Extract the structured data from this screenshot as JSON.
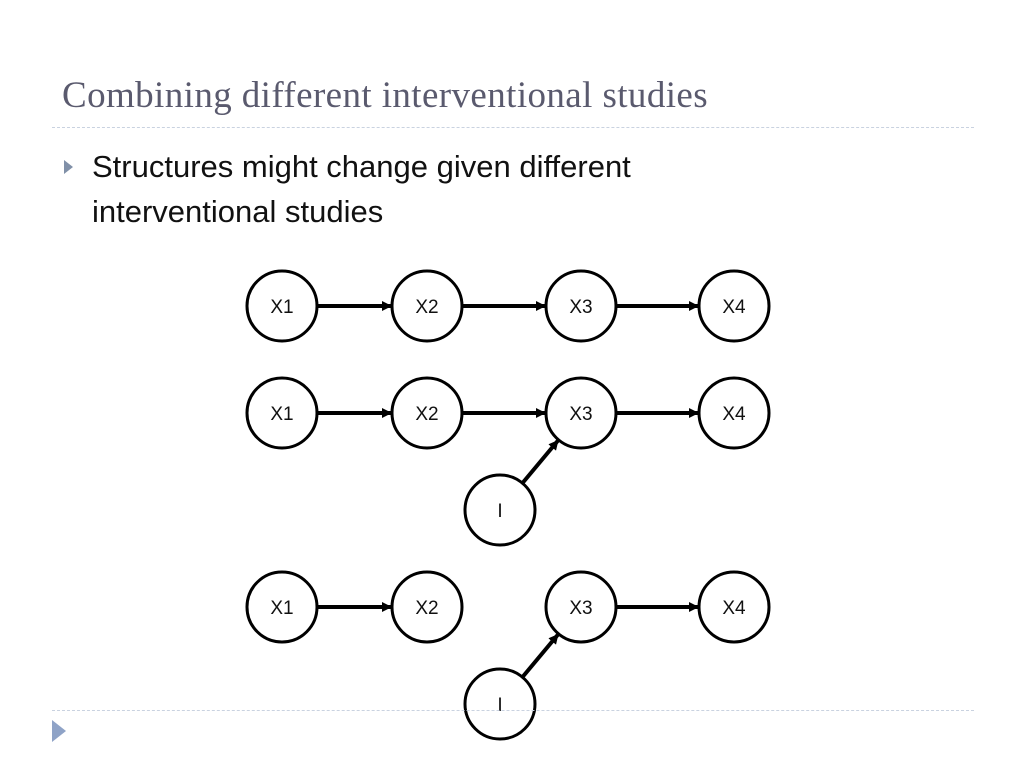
{
  "slide": {
    "title": "Combining different interventional studies",
    "bullet": "Structures might change given different interventional studies"
  },
  "diagram": {
    "rows": [
      {
        "nodes": [
          {
            "id": "x1",
            "label": "X1"
          },
          {
            "id": "x2",
            "label": "X2"
          },
          {
            "id": "x3",
            "label": "X3"
          },
          {
            "id": "x4",
            "label": "X4"
          }
        ],
        "edges": [
          [
            "x1",
            "x2"
          ],
          [
            "x2",
            "x3"
          ],
          [
            "x3",
            "x4"
          ]
        ]
      },
      {
        "nodes": [
          {
            "id": "x1",
            "label": "X1"
          },
          {
            "id": "x2",
            "label": "X2"
          },
          {
            "id": "x3",
            "label": "X3"
          },
          {
            "id": "x4",
            "label": "X4"
          },
          {
            "id": "i",
            "label": "I"
          }
        ],
        "edges": [
          [
            "x1",
            "x2"
          ],
          [
            "x2",
            "x3"
          ],
          [
            "x3",
            "x4"
          ],
          [
            "i",
            "x3"
          ]
        ]
      },
      {
        "nodes": [
          {
            "id": "x1",
            "label": "X1"
          },
          {
            "id": "x2",
            "label": "X2"
          },
          {
            "id": "x3",
            "label": "X3"
          },
          {
            "id": "x4",
            "label": "X4"
          },
          {
            "id": "i",
            "label": "I"
          }
        ],
        "edges": [
          [
            "x1",
            "x2"
          ],
          [
            "x3",
            "x4"
          ],
          [
            "i",
            "x3"
          ]
        ]
      }
    ]
  },
  "colors": {
    "title": "#5a5a6e",
    "rule": "#c9d2e0",
    "bullet_marker": "#8090a8",
    "corner_marker": "#8fa3c7",
    "node_stroke": "#000000"
  }
}
